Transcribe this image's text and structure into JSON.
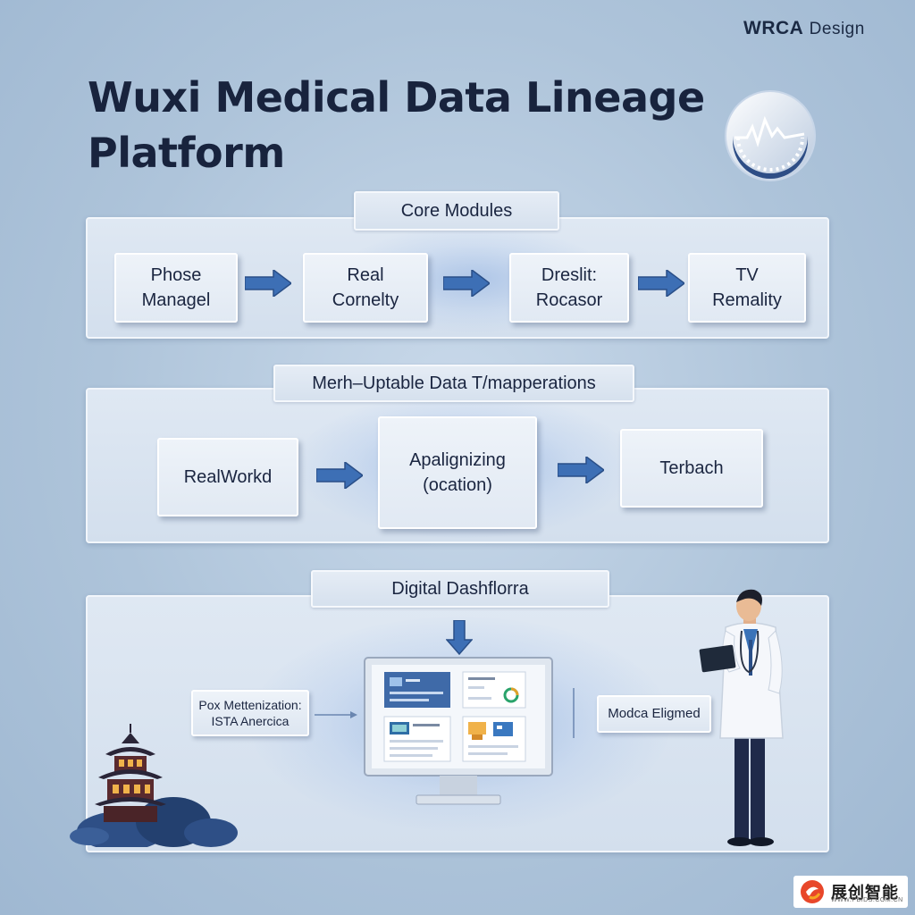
{
  "brand": {
    "name": "WRCA",
    "suffix": "Design"
  },
  "title": "Wuxi Medical Data Lineage Platform",
  "sections": {
    "core": {
      "label": "Core Modules",
      "cards": [
        "Phose\nManagel",
        "Real\nCornelty",
        "Dreslit:\nRocasor",
        "TV\nRemality"
      ]
    },
    "mapping": {
      "label": "Merh–Uptable Data T/mapperations",
      "cards": [
        "RealWorkd",
        "Apalignizing\n(ocation)",
        "Terbach"
      ]
    },
    "dashboard": {
      "label": "Digital Dashflorra",
      "left_card": {
        "line1": "Pox Mettenization:",
        "line2": "ISTA Anercica"
      },
      "right_card": "Modca Eligmed"
    }
  },
  "colors": {
    "arrow": "#3d6fb5",
    "navy": "#1b2a44",
    "accent_blue": "#4a7cc0"
  },
  "watermark": {
    "text": "展创智能",
    "site": "WWW.PBIDS.COM.CN"
  }
}
